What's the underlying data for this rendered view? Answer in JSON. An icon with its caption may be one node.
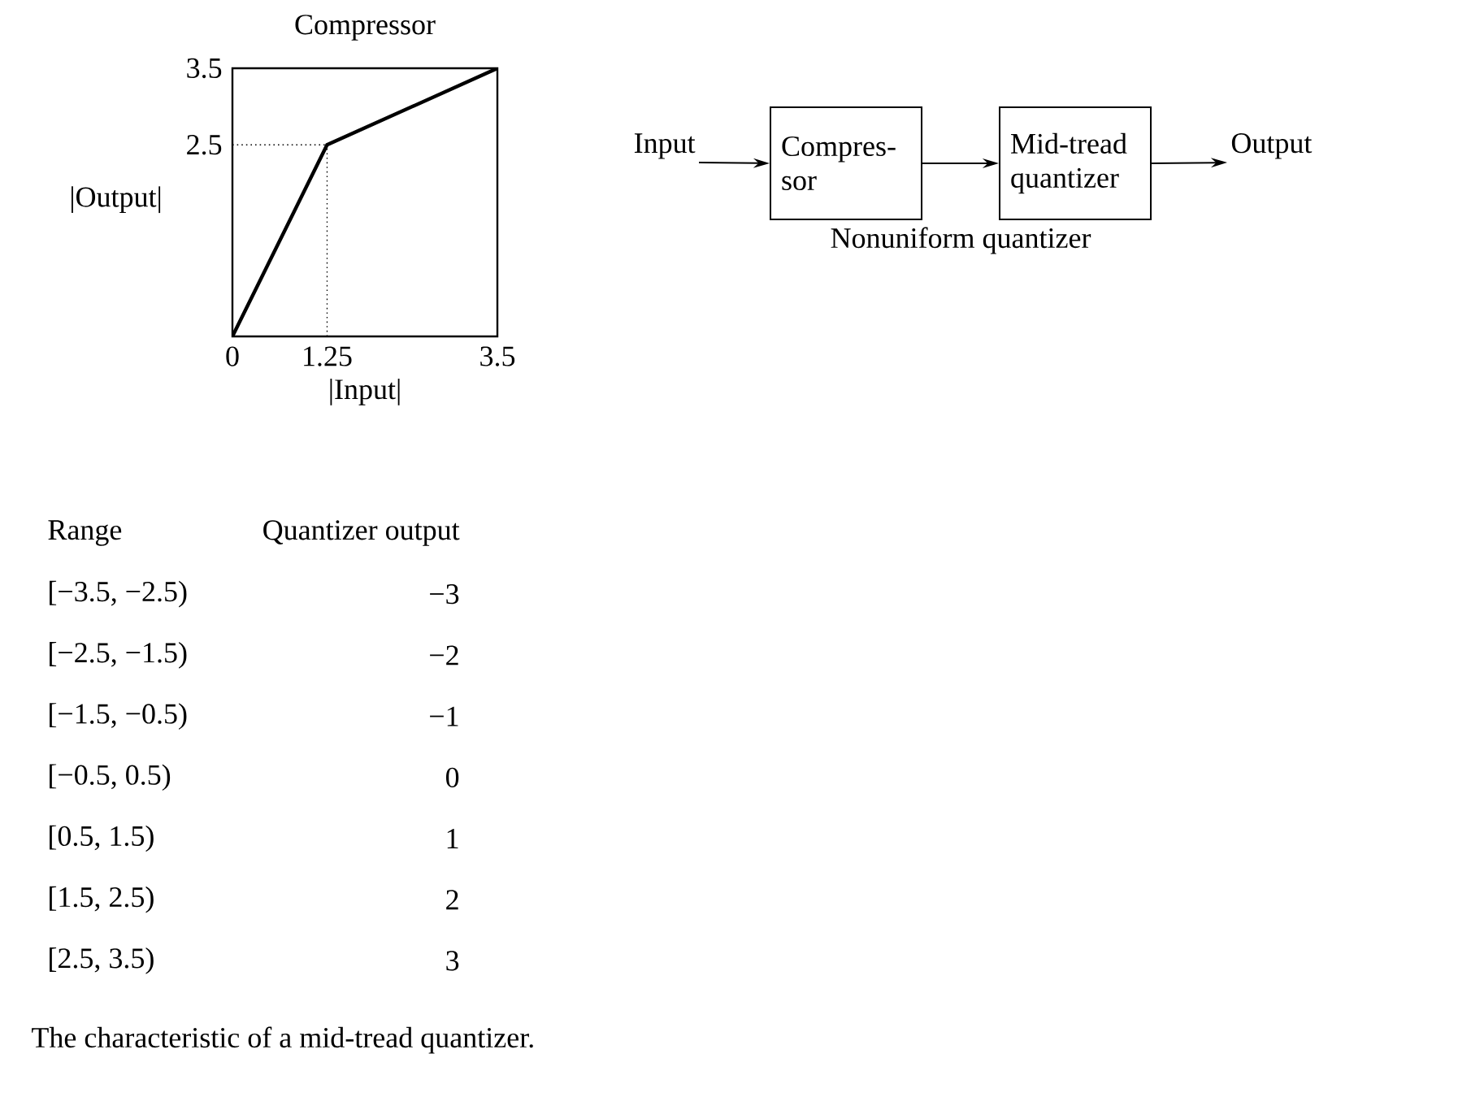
{
  "diagram": {
    "caption": "The characteristic of a mid-tread quantizer.",
    "nodes": [
      {
        "text": [
          "Input"
        ]
      },
      {
        "text": [
          "Compres- sor"
        ]
      },
      {
        "text": [
          "Mid-tread quantizer"
        ]
      },
      {
        "text": [
          "Output"
        ]
      }
    ],
    "edges": [
      {
        "from": 0,
        "to": 1,
        "arrow": "to"
      },
      {
        "from": 1,
        "to": 2,
        "arrow": "to"
      },
      {
        "from": 2,
        "to": 3,
        "arrow": "to"
      }
    ],
    "labels": [
      "Nonuniform quantizer",
      "Range",
      "Quantizer output",
      "[−3.5, −2.5)",
      "−3",
      "[−2.5, −1.5)",
      "−2",
      "[−1.5, −0.5)",
      "−1",
      "[−0.5, 0.5)",
      "0",
      "[0.5, 1.5)",
      "1",
      "[1.5, 2.5)",
      "2",
      "[2.5, 3.5)",
      "3"
    ],
    "chart_data": {
      "type": "line",
      "title": "Compressor",
      "xlabel": "|Input|",
      "ylabel": "|Output|",
      "x": [
        0,
        1.25,
        3.5
      ],
      "values": [
        0,
        2.5,
        3.5
      ],
      "xlim": [
        0,
        3.5
      ],
      "ylim": [
        0,
        3.5
      ],
      "xticks": [
        0,
        1.25,
        3.5
      ],
      "yticks": [
        2.5,
        3.5
      ],
      "ref_lines": [
        {
          "axis": "y",
          "value": 2.5
        },
        {
          "axis": "x",
          "value": 1.25
        }
      ]
    }
  }
}
